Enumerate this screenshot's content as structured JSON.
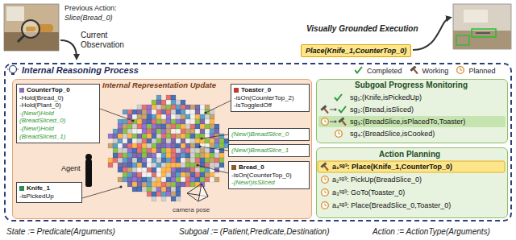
{
  "diagram": {
    "nodes": [
      {
        "text": [
          "Internal Reasoning Process"
        ]
      },
      {
        "text": [
          "Internal Representation Update"
        ],
        "in": 0
      },
      {
        "text": [
          "CounterTop_0",
          "-Hold(Bread_0)",
          "-Hold(Plant_0)",
          "-(New!)Hold (BreadSliced_0)",
          "-(New!)Hold (BreadSliced_1)"
        ],
        "in": 1
      },
      {
        "text": [
          "Toaster_0",
          "-isOn(CounterTop_2)",
          "-isToggledOff"
        ],
        "in": 1
      },
      {
        "text": [
          "(New!)BreadSlice_0"
        ],
        "in": 1
      },
      {
        "text": [
          "(New!)BreadSlice_1"
        ],
        "in": 1
      },
      {
        "text": [
          "Bread_0",
          "-isOn(CounterTop_0)",
          "-(New!)isSliced"
        ],
        "in": 1
      },
      {
        "text": [
          "Knife_1",
          "-isPickedUp"
        ],
        "in": 1
      },
      {
        "text": [
          "Subgoal Progress Monitoring",
          "sg₁:(Knife,isPickedUp)",
          "sg₂:(Bread,isSliced)",
          "sg₃:(BreadSlice,isPlacedTo,Toaster)",
          "sg₄:(BreadSlice,isCooked)"
        ],
        "in": 0
      },
      {
        "text": [
          "Action Planning",
          "a₁ˢᵍ³: Place(Knife_1,CounterTop_0)",
          "a₂ˢᵍ³: PickUp(BreadSlice_0)",
          "a₃ˢᵍ³: GoTo(Toaster_0)",
          "a₄ˢᵍ³: Place(BreadSlice_0,Toaster_0)"
        ],
        "in": 0
      },
      {
        "text": [
          "Place(Knife_1,CounterTop_0)"
        ]
      }
    ],
    "labels": [
      "Previous Action:",
      "Slice(Bread_0)",
      "Current Observation",
      "Visually Grounded Execution",
      "Agent",
      "camera pose",
      "State := Predicate(Arguments)",
      "Subgoal := (Patient,Predicate,Destination)",
      "Action := ActionType(Arguments)"
    ],
    "legend": [
      {
        "text": "Completed"
      },
      {
        "text": "Working"
      },
      {
        "text": "Planned"
      }
    ]
  }
}
